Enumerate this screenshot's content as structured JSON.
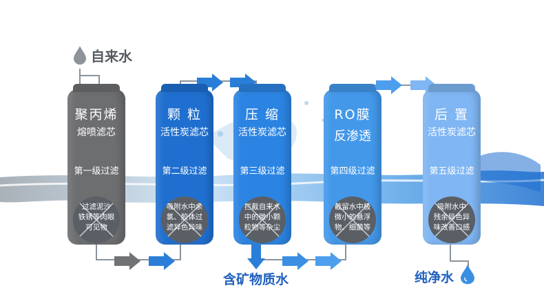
{
  "source": {
    "label": "自来水"
  },
  "output_mineral": {
    "label": "含矿物质水"
  },
  "output_pure": {
    "label": "纯净水"
  },
  "colors": {
    "f1": "#6d6e70",
    "f2": "#1f6fd0",
    "f3": "#2b84e2",
    "f4": "#4398ea",
    "f5": "#7fb6f3",
    "pipe": "#8a939b",
    "arrow_grey": "#707274",
    "arrow_blue": "#2a7ed8",
    "drop": "#3b8fe3",
    "label_blue": "#1f5fbf",
    "label_grey": "#555b61"
  },
  "filters": [
    {
      "name": "聚丙烯",
      "sub": "熔喷滤芯",
      "stage": "第一级过滤",
      "desc": [
        "过滤泥沙",
        "铁锈等肉眼",
        "可见物"
      ]
    },
    {
      "name": "颗 粒",
      "sub": "活性炭滤芯",
      "stage": "第二级过滤",
      "desc": [
        "吸附水中余",
        "氯、胶体过",
        "滤异色异味"
      ]
    },
    {
      "name": "压 缩",
      "sub": "活性炭滤芯",
      "stage": "第三级过滤",
      "desc": [
        "拦截自来水",
        "中的微小颗",
        "粒物等杂尘"
      ]
    },
    {
      "name": "RO膜",
      "sub": "反渗透",
      "stage": "第四级过滤",
      "desc": [
        "截留水中极",
        "微小的悬浮",
        "物、细菌等"
      ]
    },
    {
      "name": "后 置",
      "sub": "活性炭滤芯",
      "stage": "第五级过滤",
      "desc": [
        "吸附水中",
        "残余异色异",
        "味改善口感"
      ]
    }
  ]
}
